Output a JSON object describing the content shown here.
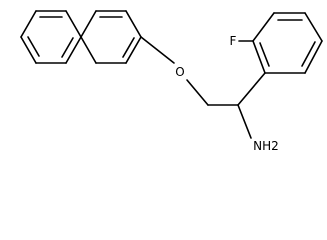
{
  "structure": {
    "atom_labels": {
      "fluorine": "F",
      "oxygen": "O",
      "amine": "NH2"
    },
    "line_color": "#000000"
  }
}
